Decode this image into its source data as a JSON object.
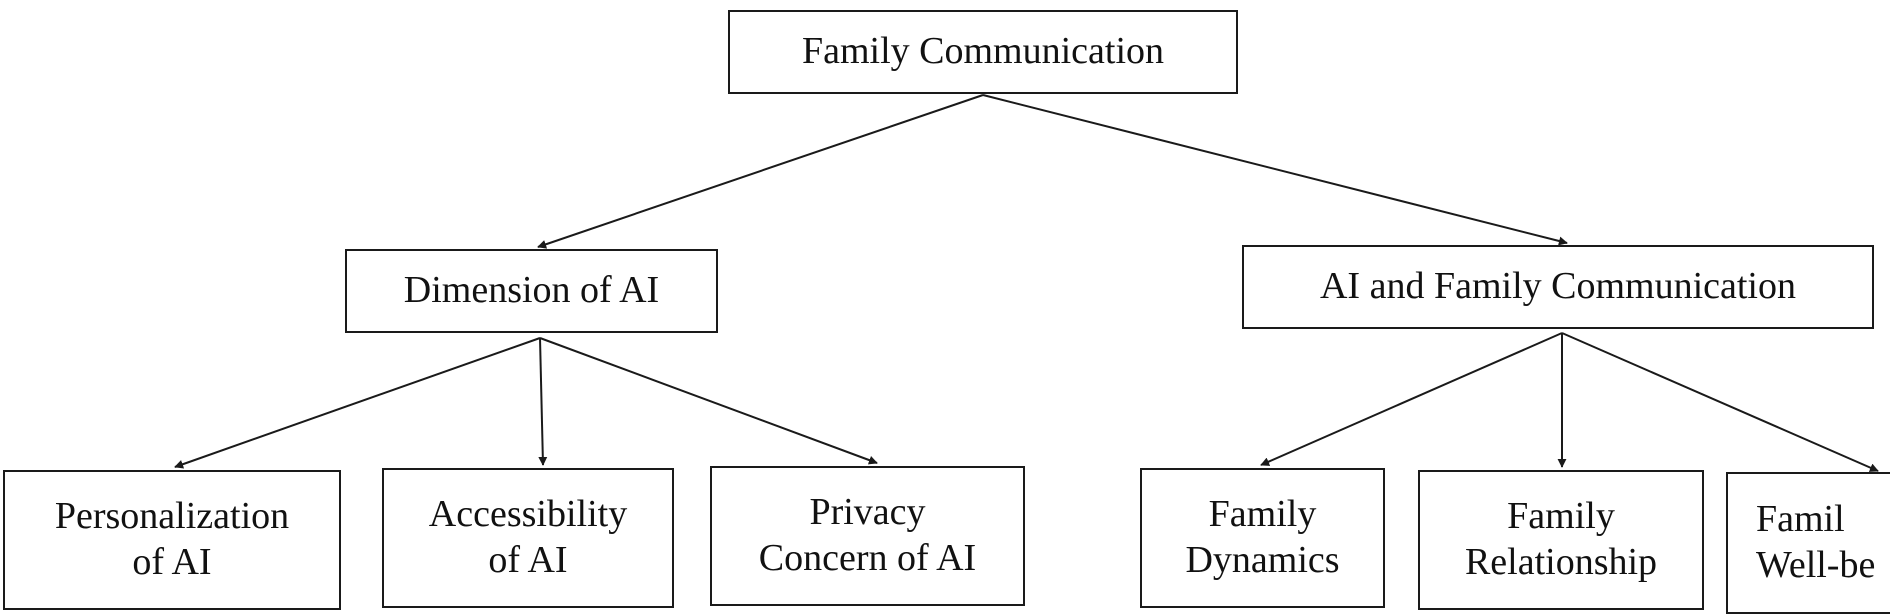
{
  "diagram": {
    "root": {
      "label": "Family Communication"
    },
    "branches": [
      {
        "label": "Dimension of AI",
        "children": [
          {
            "lines": [
              "Personalization",
              "of AI"
            ]
          },
          {
            "lines": [
              "Accessibility",
              "of AI"
            ]
          },
          {
            "lines": [
              "Privacy",
              "Concern of AI"
            ]
          }
        ]
      },
      {
        "label": "AI and Family Communication",
        "children": [
          {
            "lines": [
              "Family",
              "Dynamics"
            ]
          },
          {
            "lines": [
              "Family",
              "Relationship"
            ]
          },
          {
            "lines": [
              "Famil",
              "Well-be"
            ]
          }
        ]
      }
    ],
    "colors": {
      "stroke": "#1a1a1a",
      "text": "#111111",
      "background": "#ffffff"
    }
  }
}
